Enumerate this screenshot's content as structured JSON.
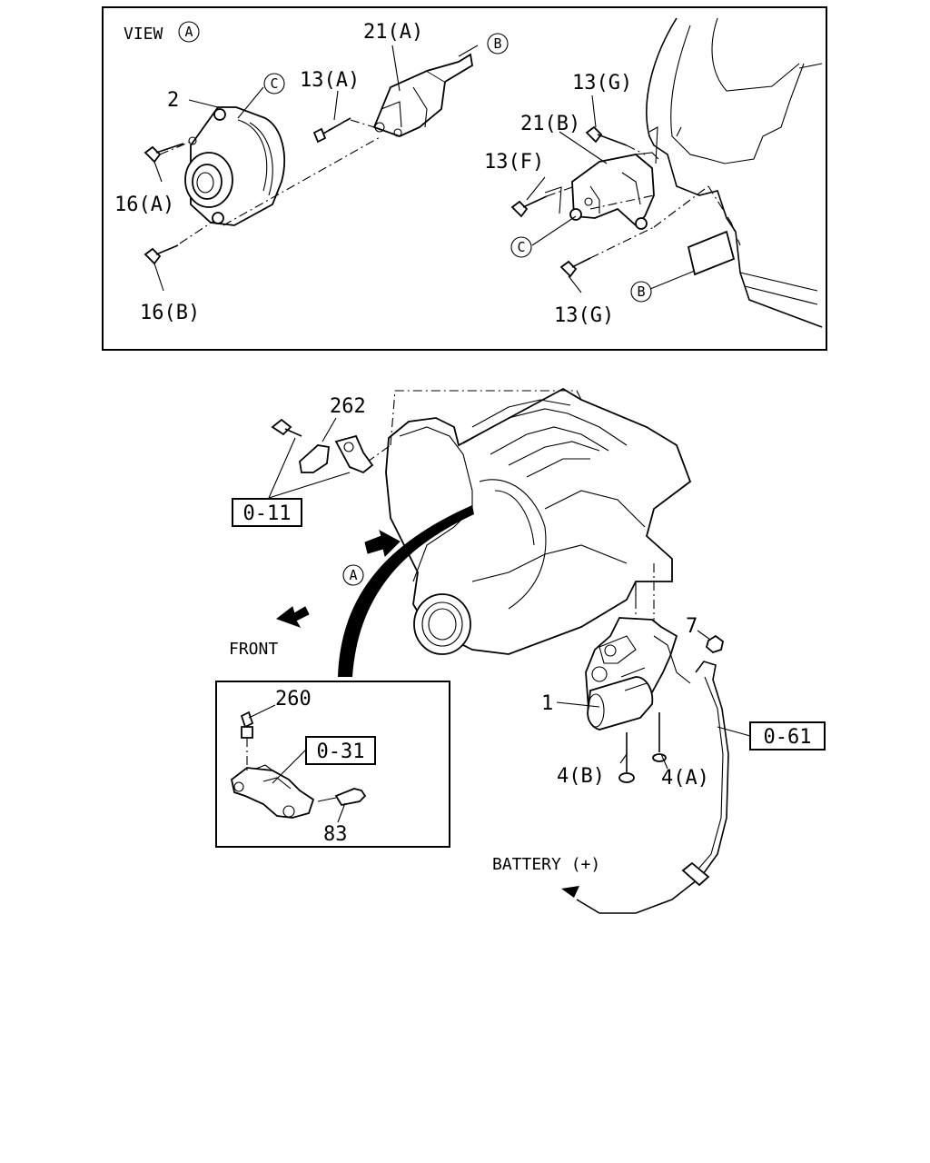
{
  "view_panel": {
    "title": "VIEW",
    "title_marker": "A",
    "labels": {
      "part_2": "2",
      "part_21a": "21(A)",
      "part_13a": "13(A)",
      "part_16a": "16(A)",
      "part_16b": "16(B)",
      "part_13g_top": "13(G)",
      "part_21b": "21(B)",
      "part_13f": "13(F)",
      "part_13g_bottom": "13(G)"
    },
    "markers": {
      "b_top": "B",
      "c_top": "C",
      "c_bottom": "C",
      "b_bottom": "B"
    }
  },
  "main": {
    "labels": {
      "part_262": "262",
      "ref_0_11": "0-11",
      "view_marker": "A",
      "front": "FRONT",
      "part_7": "7",
      "part_1": "1",
      "ref_0_61": "0-61",
      "part_4b": "4(B)",
      "part_4a": "4(A)",
      "battery": "BATTERY (+)"
    }
  },
  "inset": {
    "labels": {
      "part_260": "260",
      "ref_0_31": "0-31",
      "part_83": "83"
    }
  }
}
